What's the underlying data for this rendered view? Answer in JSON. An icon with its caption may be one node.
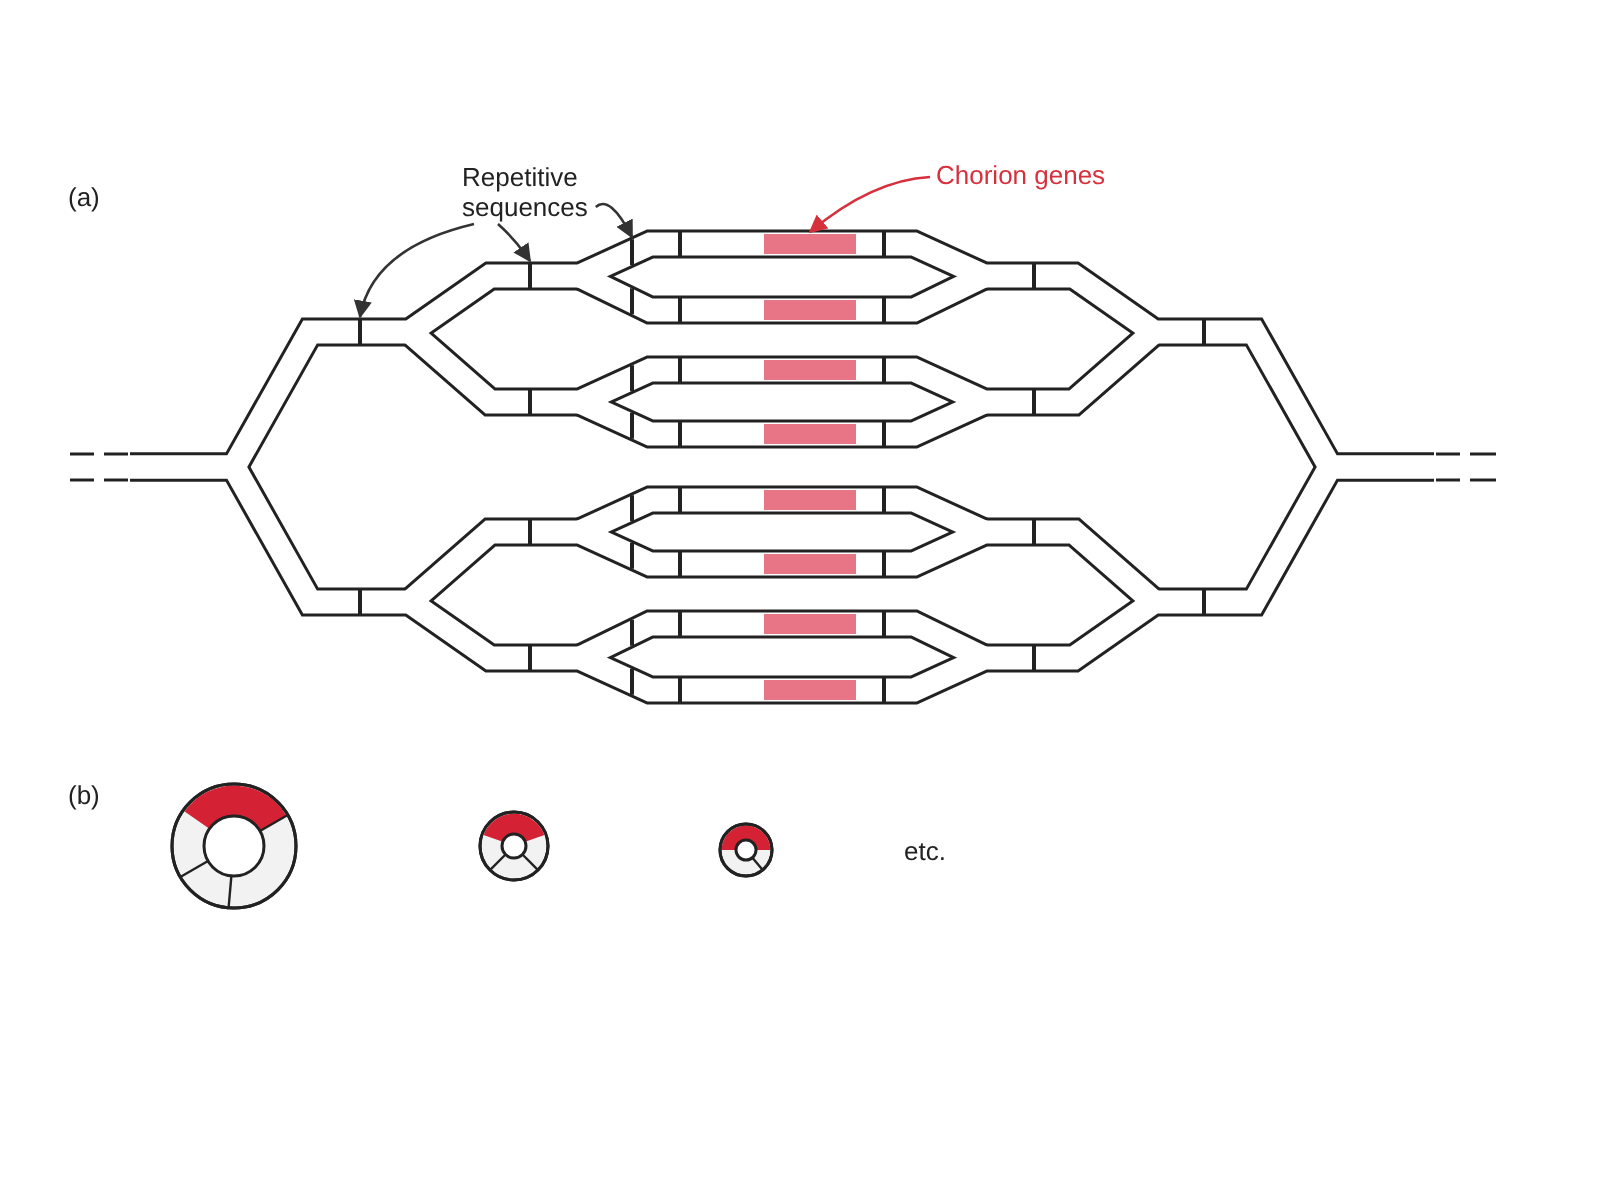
{
  "diagram": {
    "nodes": [
      {
        "text": [
          "Repetitive sequences"
        ]
      },
      {
        "text": [],
        "shape": "bar"
      },
      {
        "text": [],
        "shape": "bar"
      },
      {
        "text": [],
        "shape": "bar"
      },
      {
        "text": [
          "Chorion genes"
        ]
      },
      {
        "text": [],
        "shape": "bar"
      }
    ],
    "edges": [
      {
        "from": 0,
        "to": 1,
        "arrow": "to"
      },
      {
        "from": 0,
        "to": 2,
        "arrow": "to"
      },
      {
        "from": 0,
        "to": 3,
        "arrow": "to"
      },
      {
        "from": 4,
        "to": 5,
        "arrow": "to",
        "color": "#d6303c"
      }
    ],
    "labels": [
      "(a)",
      "(b)",
      "etc."
    ]
  }
}
